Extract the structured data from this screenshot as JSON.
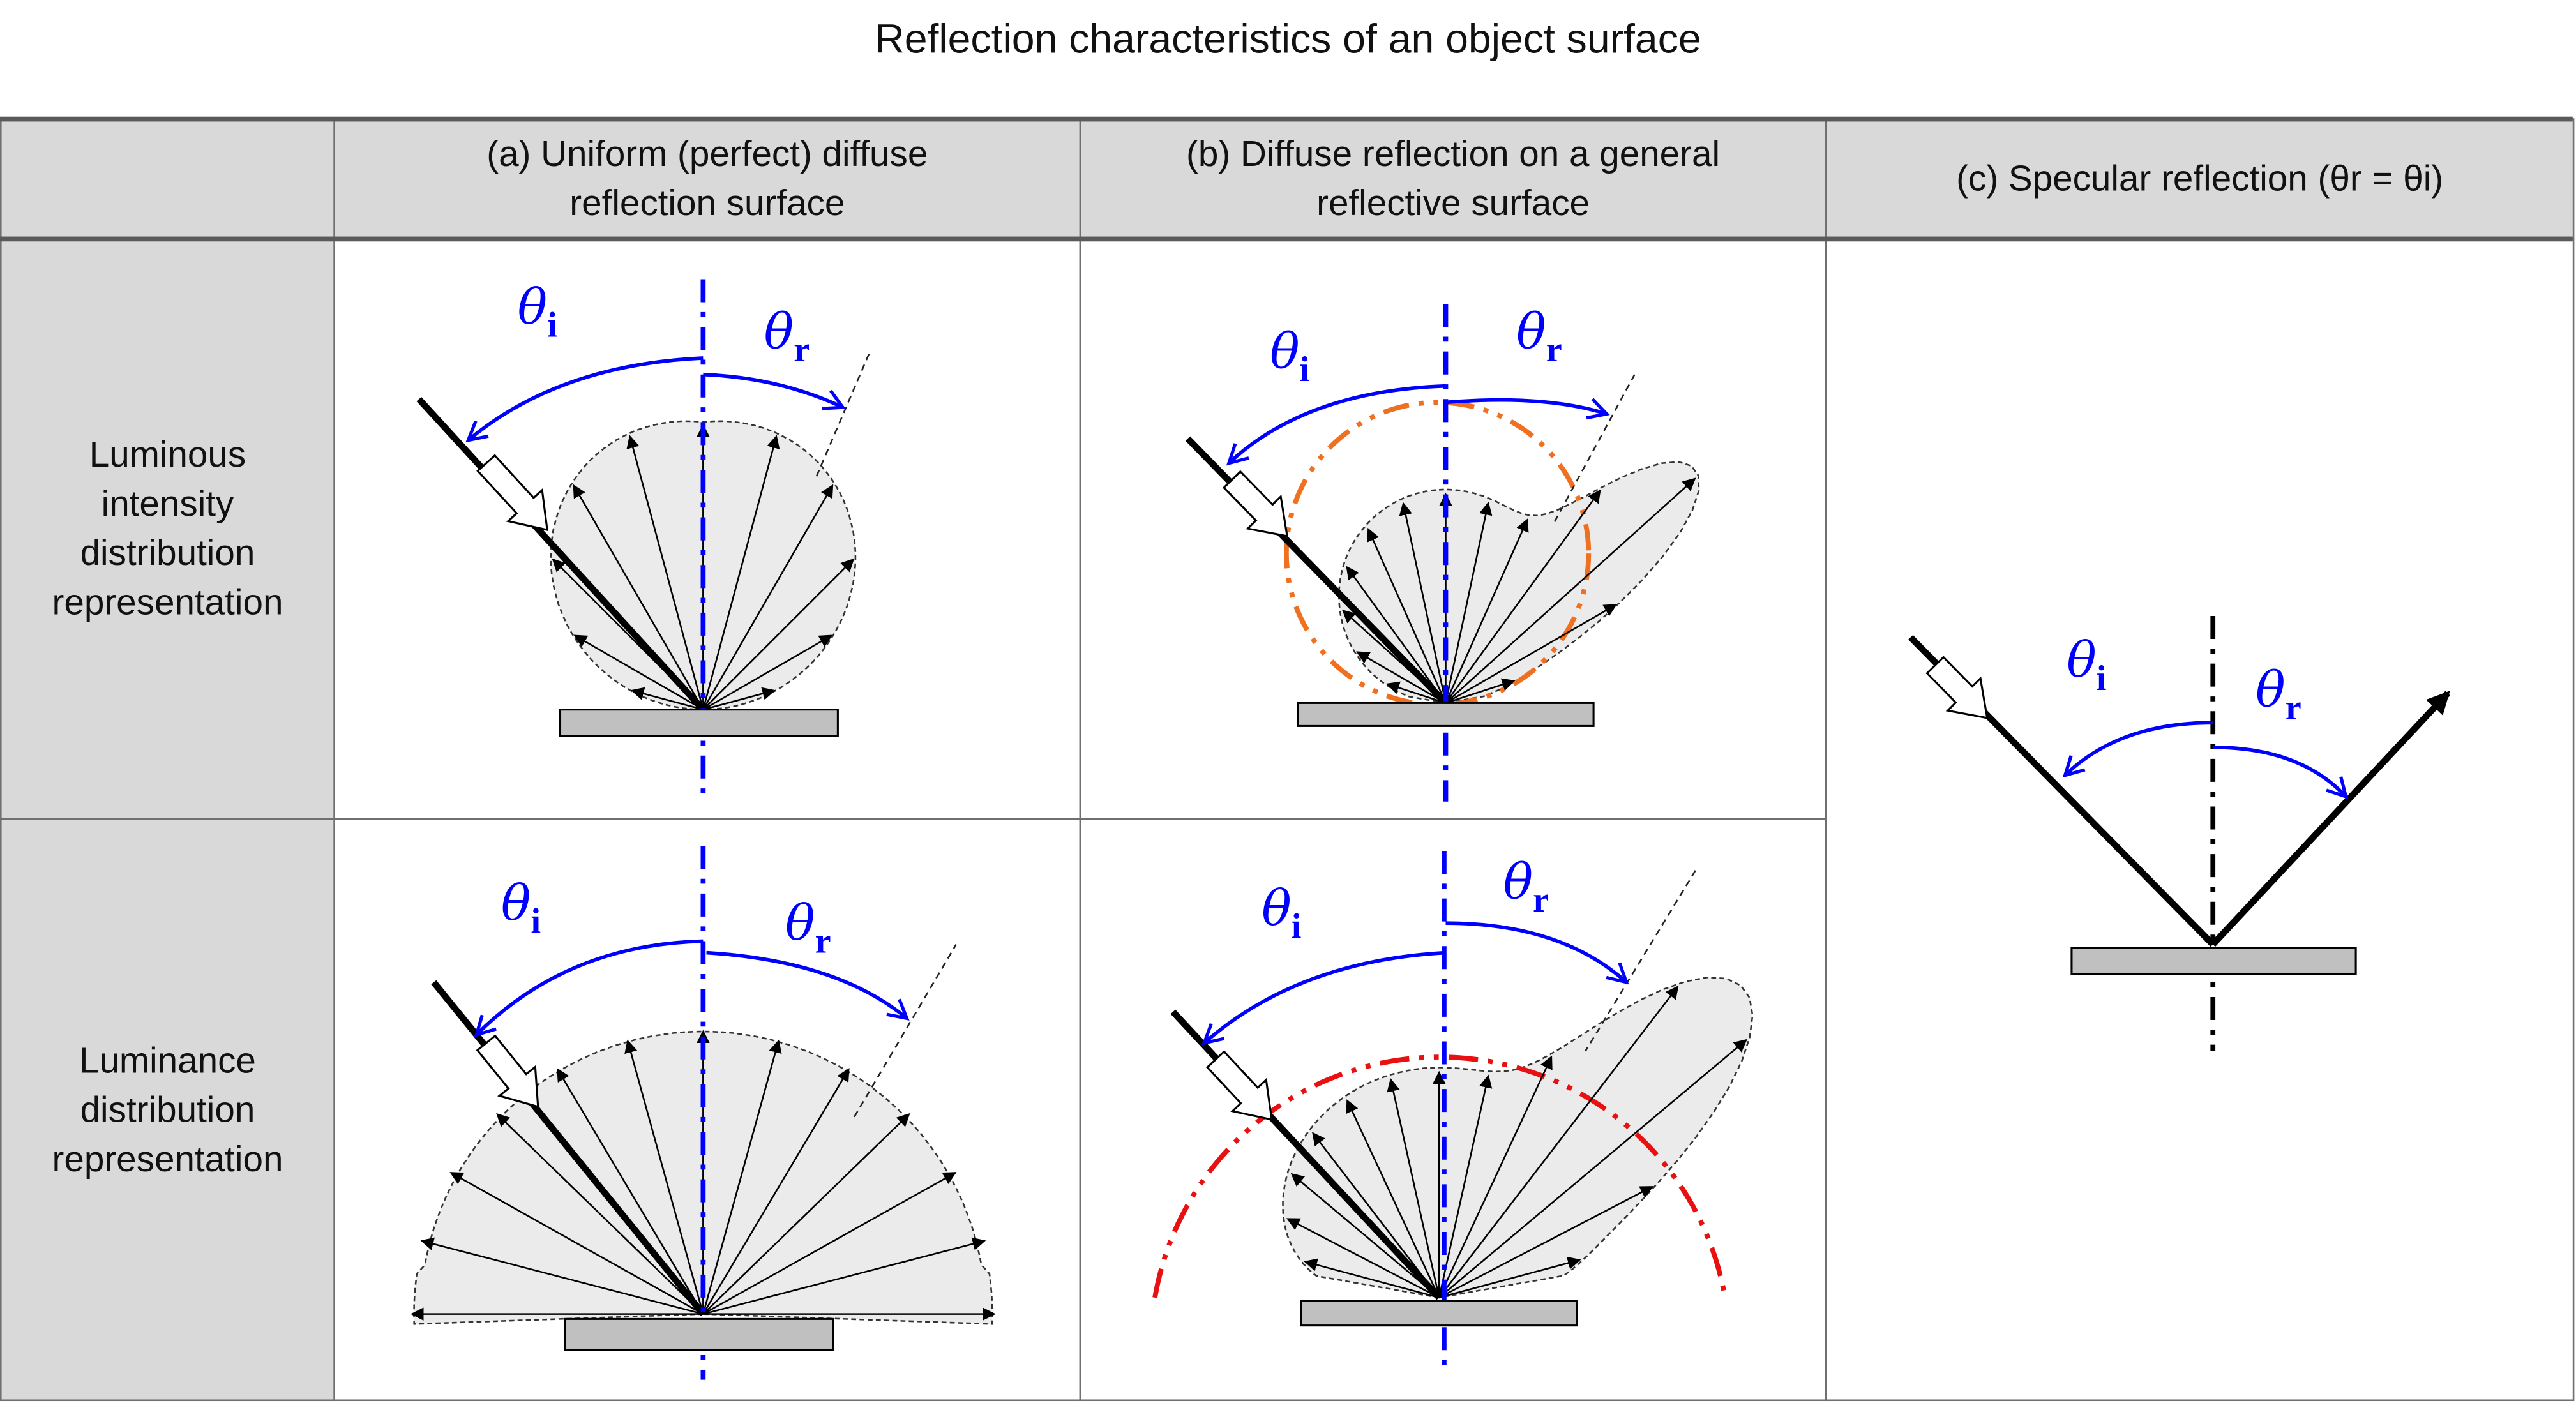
{
  "title": "Reflection characteristics of an object surface",
  "columns": {
    "a": "(a)  Uniform (perfect) diffuse reflection surface",
    "b": "(b) Diffuse reflection on a general reflective surface",
    "c": "(c) Specular reflection (θr = θi)"
  },
  "rows": {
    "intensity": "Luminous intensity distribution representation",
    "luminance": "Luminance distribution representation"
  },
  "labels": {
    "theta": "θ",
    "incident_sub": "i",
    "reflected_sub": "r"
  },
  "colors": {
    "normal_line": "#0000ff",
    "orange_circle": "#f07020",
    "red_circle": "#e81010",
    "lobe_fill": "#ebebeb",
    "surface": "#c0c0c0"
  }
}
